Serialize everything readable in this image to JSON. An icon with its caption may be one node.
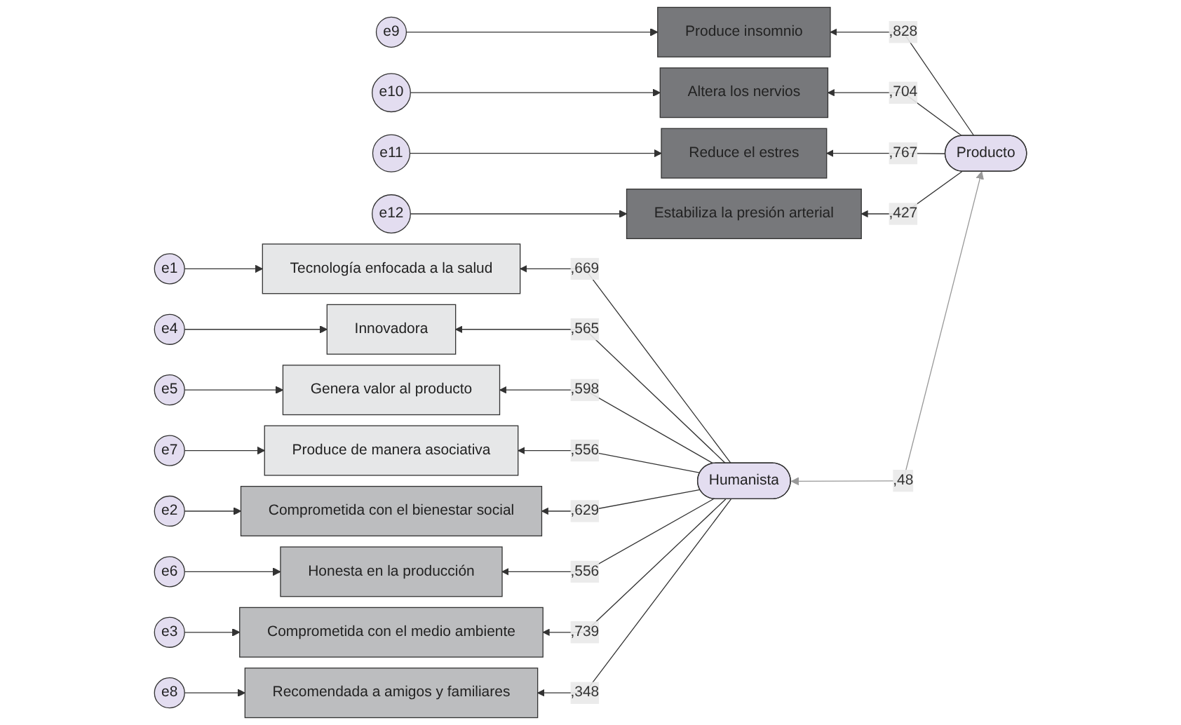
{
  "diagram": {
    "nodes": [
      {
        "text": [
          "e1"
        ]
      },
      {
        "text": [
          "Tecnología enfocada a la salud"
        ]
      },
      {
        "text": [
          "e4"
        ]
      },
      {
        "text": [
          "Innovadora"
        ]
      },
      {
        "text": [
          "e5"
        ]
      },
      {
        "text": [
          "Genera valor al producto"
        ]
      },
      {
        "text": [
          "e7"
        ]
      },
      {
        "text": [
          "Produce de manera asociativa"
        ]
      },
      {
        "text": [
          "e2"
        ]
      },
      {
        "text": [
          "Comprometida con el bienestar social"
        ]
      },
      {
        "text": [
          "e6"
        ]
      },
      {
        "text": [
          "Honesta en la producción"
        ]
      },
      {
        "text": [
          "e3"
        ]
      },
      {
        "text": [
          "Comprometida con el medio ambiente"
        ]
      },
      {
        "text": [
          "e8"
        ]
      },
      {
        "text": [
          "Recomendada a amigos y familiares"
        ]
      },
      {
        "text": [
          "e9"
        ]
      },
      {
        "text": [
          "Produce insomnio"
        ]
      },
      {
        "text": [
          "e10"
        ]
      },
      {
        "text": [
          "Altera los nervios"
        ]
      },
      {
        "text": [
          "e11"
        ]
      },
      {
        "text": [
          "Reduce el estres"
        ]
      },
      {
        "text": [
          "e12"
        ]
      },
      {
        "text": [
          "Estabiliza la presión arterial"
        ]
      },
      {
        "text": [
          "Humanista"
        ]
      },
      {
        "text": [
          "Producto"
        ]
      }
    ],
    "edges": [
      {
        "from": 0,
        "to": 1,
        "arrow": "to"
      },
      {
        "from": 2,
        "to": 3,
        "arrow": "to"
      },
      {
        "from": 4,
        "to": 5,
        "arrow": "to"
      },
      {
        "from": 6,
        "to": 7,
        "arrow": "to"
      },
      {
        "from": 8,
        "to": 9,
        "arrow": "to"
      },
      {
        "from": 10,
        "to": 11,
        "arrow": "to"
      },
      {
        "from": 12,
        "to": 13,
        "arrow": "to"
      },
      {
        "from": 14,
        "to": 15,
        "arrow": "to"
      },
      {
        "from": 16,
        "to": 17,
        "arrow": "to"
      },
      {
        "from": 18,
        "to": 19,
        "arrow": "to"
      },
      {
        "from": 20,
        "to": 21,
        "arrow": "to"
      },
      {
        "from": 22,
        "to": 23,
        "arrow": "to"
      },
      {
        "from": 24,
        "to": 1,
        "arrow": "to",
        "label": ",669"
      },
      {
        "from": 24,
        "to": 3,
        "arrow": "to",
        "label": ",565"
      },
      {
        "from": 24,
        "to": 5,
        "arrow": "to",
        "label": ",598"
      },
      {
        "from": 24,
        "to": 7,
        "arrow": "to",
        "label": ",556"
      },
      {
        "from": 24,
        "to": 9,
        "arrow": "to",
        "label": ",629"
      },
      {
        "from": 24,
        "to": 11,
        "arrow": "to",
        "label": ",556"
      },
      {
        "from": 24,
        "to": 13,
        "arrow": "to",
        "label": ",739"
      },
      {
        "from": 24,
        "to": 15,
        "arrow": "to",
        "label": ",348"
      },
      {
        "from": 25,
        "to": 17,
        "arrow": "to",
        "label": ",828"
      },
      {
        "from": 25,
        "to": 19,
        "arrow": "to",
        "label": ",704"
      },
      {
        "from": 25,
        "to": 21,
        "arrow": "to",
        "label": ",767"
      },
      {
        "from": 25,
        "to": 23,
        "arrow": "to",
        "label": ",427"
      },
      {
        "from": 24,
        "to": 25,
        "arrow": "both",
        "label": ",48",
        "color": "#999999"
      }
    ]
  }
}
